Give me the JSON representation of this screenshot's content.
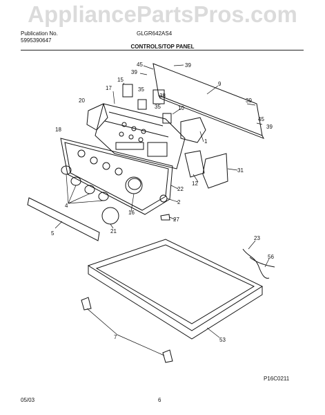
{
  "watermark": "AppliancePartsPros.com",
  "header": {
    "publication_label": "Publication No.",
    "publication_number": "5995390647",
    "model": "GLGR642AS4",
    "title": "CONTROLS/TOP PANEL"
  },
  "footer": {
    "date": "05/03",
    "page": "6",
    "figure_code": "P16C0211"
  },
  "callouts": [
    "45",
    "39",
    "39",
    "9",
    "15",
    "35",
    "17",
    "38",
    "35",
    "20",
    "10",
    "39",
    "45",
    "39",
    "18",
    "1",
    "31",
    "12",
    "22",
    "2",
    "4",
    "16",
    "21",
    "27",
    "5",
    "23",
    "56",
    "53",
    "7"
  ],
  "colors": {
    "line": "#111111",
    "watermark": "#bebebe"
  }
}
